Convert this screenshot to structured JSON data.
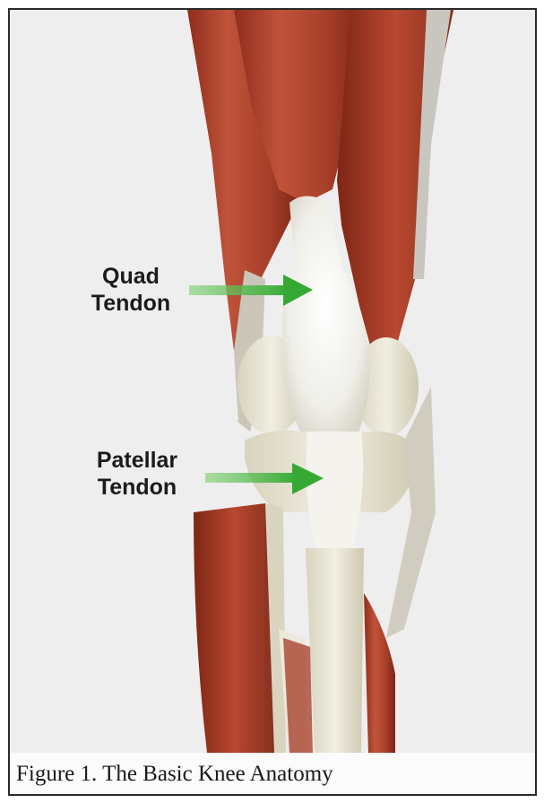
{
  "labels": {
    "quad_line1": "Quad",
    "quad_line2": "Tendon",
    "patellar_line1": "Patellar",
    "patellar_line2": "Tendon"
  },
  "caption": "Figure 1. The Basic Knee Anatomy",
  "colors": {
    "muscle": "#b3422a",
    "tendon": "#f2f1ec",
    "bone": "#e4e0cf",
    "arrow": "#3fb23a"
  }
}
